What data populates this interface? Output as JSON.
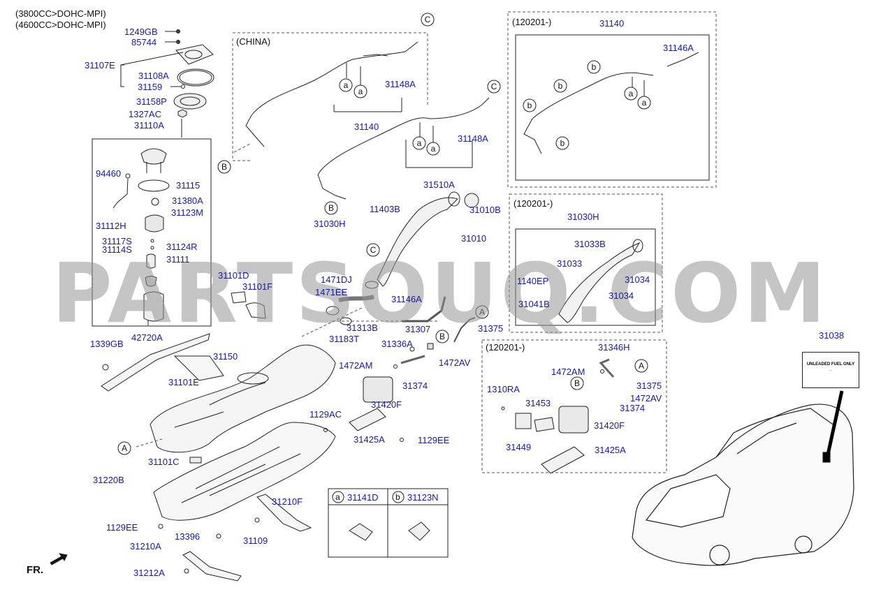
{
  "header": {
    "engine_1": "(3800CC>DOHC-MPI)",
    "engine_2": "(4600CC>DOHC-MPI)"
  },
  "watermark": "PARTSOUQ.COM",
  "direction_label": "FR.",
  "group_labels": {
    "china": "(CHINA)",
    "date_1": "(120201-)",
    "date_2": "(120201-)",
    "date_3": "(120201-)"
  },
  "callout_letters": [
    "a",
    "b",
    "A",
    "B",
    "C"
  ],
  "legend": {
    "a_letter": "a",
    "a_part": "31141D",
    "b_letter": "b",
    "b_part": "31123N"
  },
  "fuel_label_card": {
    "line_1": "UNLEADED FUEL ONLY",
    "line_2": "..."
  },
  "parts": {
    "p1249GB": "1249GB",
    "p85744": "85744",
    "p31107E": "31107E",
    "p31108A": "31108A",
    "p31159": "31159",
    "p31158P": "31158P",
    "p1327AC": "1327AC",
    "p31110A": "31110A",
    "p94460": "94460",
    "p31115": "31115",
    "p31380A": "31380A",
    "p31123M": "31123M",
    "p31112H": "31112H",
    "p31117S": "31117S",
    "p31114S": "31114S",
    "p31124R": "31124R",
    "p31111": "31111",
    "p31101D": "31101D",
    "p31101F": "31101F",
    "p1339GB": "1339GB",
    "p42720A": "42720A",
    "p31150": "31150",
    "p31101E": "31101E",
    "p31101C": "31101C",
    "p31220B": "31220B",
    "p1129EE_a": "1129EE",
    "p13396": "13396",
    "p31210A": "31210A",
    "p31212A": "31212A",
    "p31210F": "31210F",
    "p31109": "31109",
    "p31148A_1": "31148A",
    "p31140_1": "31140",
    "p31148A_2": "31148A",
    "p31510A": "31510A",
    "p11403B": "11403B",
    "p31030H_1": "31030H",
    "p31010B": "31010B",
    "p31010": "31010",
    "p1471DJ": "1471DJ",
    "p1471EE": "1471EE",
    "p31146A_1": "31146A",
    "p31313B": "31313B",
    "p31183T": "31183T",
    "p31307": "31307",
    "p31336A": "31336A",
    "p31375_1": "31375",
    "p1472AV_1": "1472AV",
    "p1472AM_1": "1472AM",
    "p31374_1": "31374",
    "p31420F_1": "31420F",
    "p1129AC": "1129AC",
    "p31425A_1": "31425A",
    "p1129EE_b": "1129EE",
    "p31140_2": "31140",
    "p31146A_2": "31146A",
    "p31030H_2": "31030H",
    "p31033B": "31033B",
    "p31033": "31033",
    "p1140EP": "1140EP",
    "p31034_1": "31034",
    "p31041B": "31041B",
    "p31034_2": "31034",
    "p31346H": "31346H",
    "p1472AM_2": "1472AM",
    "p1310RA": "1310RA",
    "p31453": "31453",
    "p31375_2": "31375",
    "p1472AV_2": "1472AV",
    "p31374_2": "31374",
    "p31420F_2": "31420F",
    "p31449": "31449",
    "p31425A_2": "31425A",
    "p31038": "31038"
  }
}
